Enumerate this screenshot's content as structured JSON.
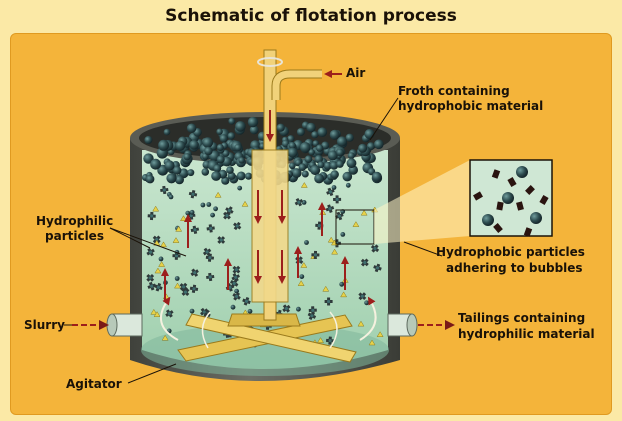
{
  "title": "Schematic of flotation process",
  "labels": {
    "air": "Air",
    "froth_line1": "Froth containing",
    "froth_line2": "hydrophobic material",
    "hydrophilic_line1": "Hydrophilic",
    "hydrophilic_line2": "particles",
    "hydrophobic_line1": "Hydrophobic particles",
    "hydrophobic_line2": "adhering to bubbles",
    "slurry": "Slurry",
    "tailings_line1": "Tailings containing",
    "tailings_line2": "hydrophilic material",
    "agitator": "Agitator"
  },
  "colors": {
    "background": "#fbe9a6",
    "panel": "#f4b43a",
    "tank_body": "#5f6158",
    "liquid": "#b9ddc1",
    "bubble": "#2c4a4d",
    "shaft": "#f1d27a",
    "arrow": "#9c1f1c"
  }
}
